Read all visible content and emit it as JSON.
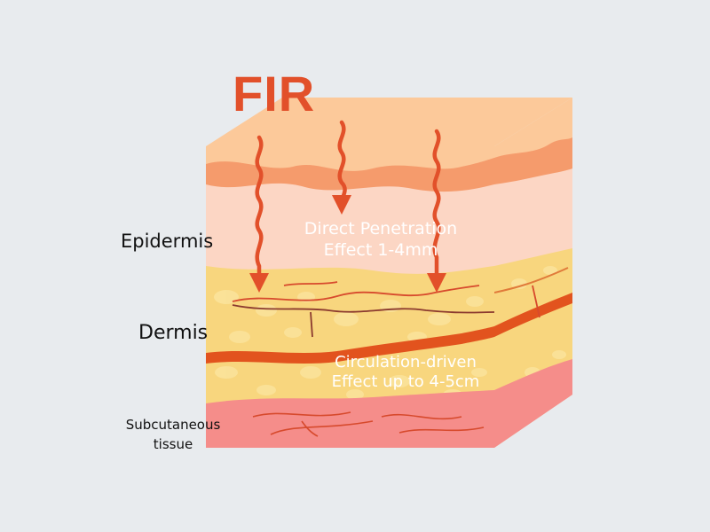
{
  "diagram": {
    "title": "FIR",
    "layers": {
      "epidermis": "Epidermis",
      "dermis": "Dermis",
      "subcutaneous_line1": "Subcutaneous",
      "subcutaneous_line2": "tissue"
    },
    "annotations": {
      "penetration_line1": "Direct Penetration",
      "penetration_line2": "Effect 1-4mm",
      "circulation_line1": "Circulation-driven",
      "circulation_line2": "Effect up to 4-5cm"
    },
    "colors": {
      "background": "#e8ebee",
      "accent": "#e2502a",
      "top_face": "#fcc99a",
      "epidermis_wave": "#f59b6c",
      "epidermis_layer": "#fcd6c4",
      "dermis_layer": "#f8d67e",
      "blood_band": "#e2531e",
      "subcutaneous_layer": "#f58d8a",
      "vessel": "#d74a2d",
      "vein": "#8b3a2f",
      "fat_dot": "#fbe49c"
    },
    "icons": [
      "wavy-arrow-icon"
    ]
  }
}
